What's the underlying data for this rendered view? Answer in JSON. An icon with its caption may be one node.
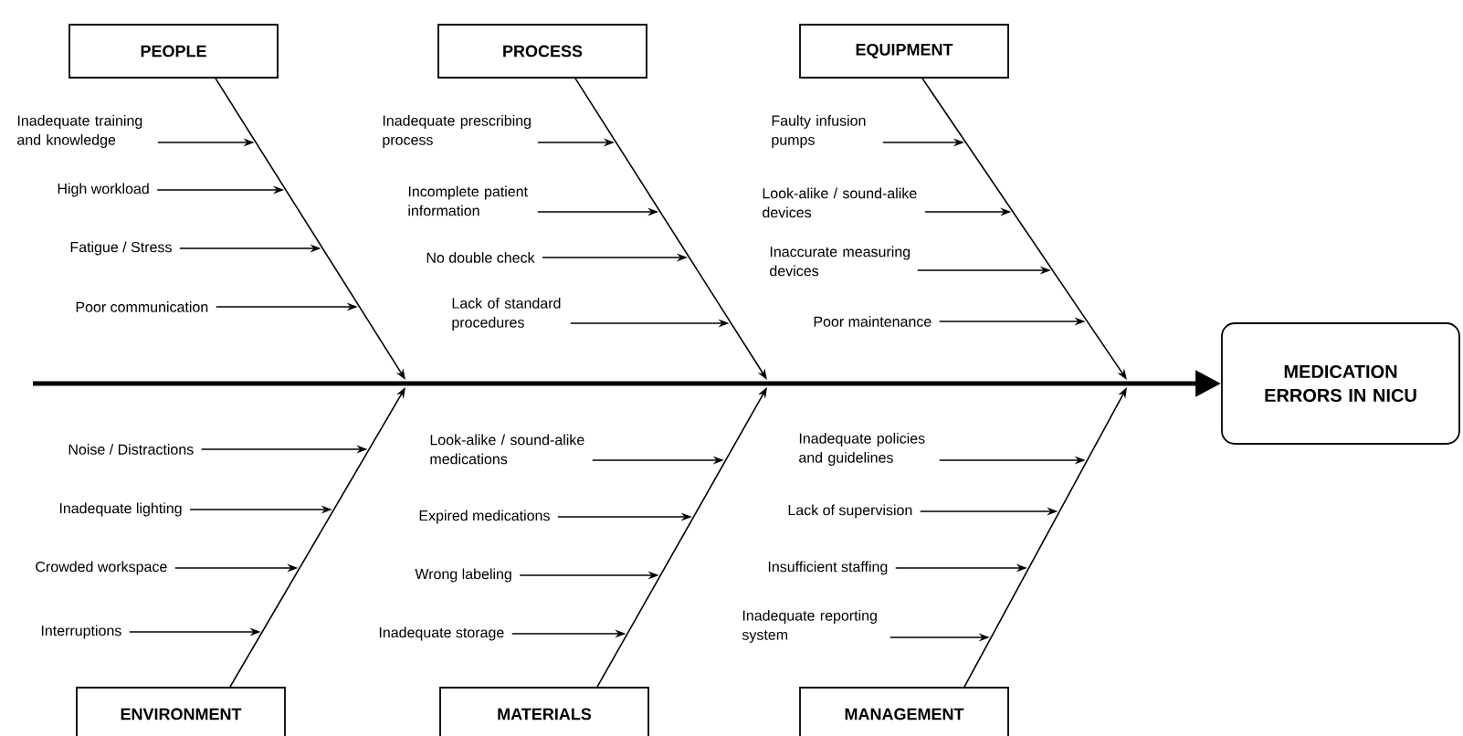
{
  "diagram": {
    "nodes": [
      {
        "text": [
          "PEOPLE"
        ]
      },
      {
        "text": [
          "PROCESS"
        ]
      },
      {
        "text": [
          "EQUIPMENT"
        ]
      },
      {
        "text": [
          "ENVIRONMENT"
        ]
      },
      {
        "text": [
          "MATERIALS"
        ]
      },
      {
        "text": [
          "MANAGEMENT"
        ]
      },
      {
        "text": [
          "MEDICATION ERRORS IN NICU"
        ]
      },
      {
        "text": [
          "Inadequate training and knowledge"
        ]
      },
      {
        "text": [
          "High workload"
        ]
      },
      {
        "text": [
          "Fatigue / Stress"
        ]
      },
      {
        "text": [
          "Poor communication"
        ]
      },
      {
        "text": [
          "Inadequate prescribing process"
        ]
      },
      {
        "text": [
          "Incomplete patient information"
        ]
      },
      {
        "text": [
          "No double check"
        ]
      },
      {
        "text": [
          "Lack of standard procedures"
        ]
      },
      {
        "text": [
          "Faulty infusion pumps"
        ]
      },
      {
        "text": [
          "Look-alike / sound-alike devices"
        ]
      },
      {
        "text": [
          "Inaccurate measuring devices"
        ]
      },
      {
        "text": [
          "Poor maintenance"
        ]
      },
      {
        "text": [
          "Noise / Distractions"
        ]
      },
      {
        "text": [
          "Inadequate lighting"
        ]
      },
      {
        "text": [
          "Crowded workspace"
        ]
      },
      {
        "text": [
          "Interruptions"
        ]
      },
      {
        "text": [
          "Look-alike / sound-alike medications"
        ]
      },
      {
        "text": [
          "Expired medications"
        ]
      },
      {
        "text": [
          "Wrong labeling"
        ]
      },
      {
        "text": [
          "Inadequate storage"
        ]
      },
      {
        "text": [
          "Inadequate policies and guidelines"
        ]
      },
      {
        "text": [
          "Lack of supervision"
        ]
      },
      {
        "text": [
          "Insufficient staffing"
        ]
      },
      {
        "text": [
          "Inadequate reporting system"
        ]
      }
    ],
    "edges": [
      {
        "from": null,
        "to": 6,
        "arrow": "to",
        "style": "thick"
      },
      {
        "from": 0,
        "to": null,
        "arrow": "to"
      },
      {
        "from": 1,
        "to": null,
        "arrow": "to"
      },
      {
        "from": 2,
        "to": null,
        "arrow": "to"
      },
      {
        "from": 3,
        "to": null,
        "arrow": "to"
      },
      {
        "from": 4,
        "to": null,
        "arrow": "to"
      },
      {
        "from": 5,
        "to": null,
        "arrow": "to"
      },
      {
        "from": 7,
        "to": null,
        "arrow": "to"
      },
      {
        "from": 8,
        "to": null,
        "arrow": "to"
      },
      {
        "from": 9,
        "to": null,
        "arrow": "to"
      },
      {
        "from": 10,
        "to": null,
        "arrow": "to"
      },
      {
        "from": 11,
        "to": null,
        "arrow": "to"
      },
      {
        "from": 12,
        "to": null,
        "arrow": "to"
      },
      {
        "from": 13,
        "to": null,
        "arrow": "to"
      },
      {
        "from": 14,
        "to": null,
        "arrow": "to"
      },
      {
        "from": 15,
        "to": null,
        "arrow": "to"
      },
      {
        "from": 16,
        "to": null,
        "arrow": "to"
      },
      {
        "from": 17,
        "to": null,
        "arrow": "to"
      },
      {
        "from": 18,
        "to": null,
        "arrow": "to"
      },
      {
        "from": 19,
        "to": null,
        "arrow": "to"
      },
      {
        "from": 20,
        "to": null,
        "arrow": "to"
      },
      {
        "from": 21,
        "to": null,
        "arrow": "to"
      },
      {
        "from": 22,
        "to": null,
        "arrow": "to"
      },
      {
        "from": 23,
        "to": null,
        "arrow": "to"
      },
      {
        "from": 24,
        "to": null,
        "arrow": "to"
      },
      {
        "from": 25,
        "to": null,
        "arrow": "to"
      },
      {
        "from": 26,
        "to": null,
        "arrow": "to"
      },
      {
        "from": 27,
        "to": null,
        "arrow": "to"
      },
      {
        "from": 28,
        "to": null,
        "arrow": "to"
      },
      {
        "from": 29,
        "to": null,
        "arrow": "to"
      },
      {
        "from": 30,
        "to": null,
        "arrow": "to"
      }
    ]
  }
}
